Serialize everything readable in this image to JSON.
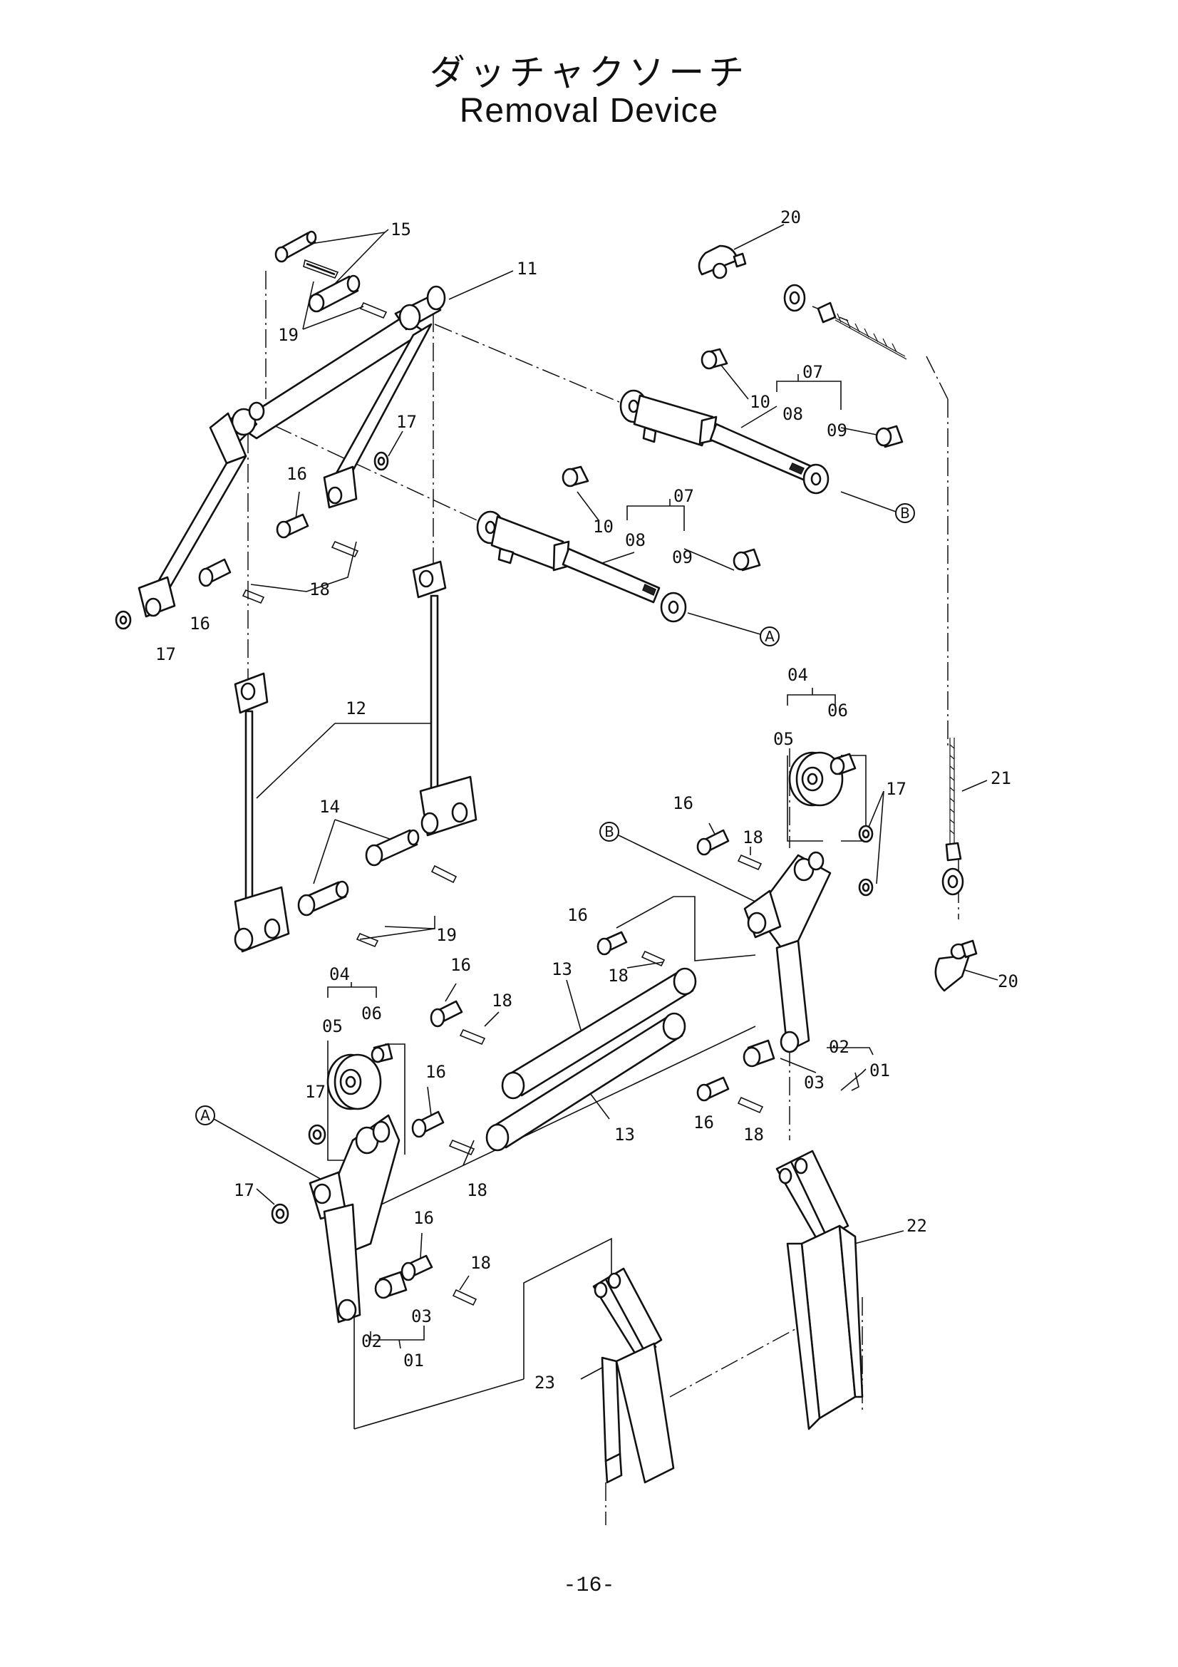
{
  "header": {
    "title_jp": "ダッチャクソーチ",
    "title_en": "Removal Device"
  },
  "callouts": {
    "c15": "15",
    "c11": "11",
    "c19a": "19",
    "c20a": "20",
    "c07a": "07",
    "c10a": "10",
    "c08a": "08",
    "c09a": "09",
    "c17a": "17",
    "c16a": "16",
    "c18a": "18",
    "c16b": "16",
    "c17b": "17",
    "c07b": "07",
    "c10b": "10",
    "c08b": "08",
    "c09b": "09",
    "c12": "12",
    "c04a": "04",
    "c06a": "06",
    "c05a": "05",
    "c21": "21",
    "c17c": "17",
    "c16c": "16",
    "c18b": "18",
    "c14": "14",
    "c19b": "19",
    "c16d": "16",
    "c18c": "18",
    "c13a": "13",
    "c20b": "20",
    "c04b": "04",
    "c16e": "16",
    "c18d": "18",
    "c06b": "06",
    "c05b": "05",
    "c02a": "02",
    "c01a": "01",
    "c03a": "03",
    "c17d": "17",
    "c16f": "16",
    "c13b": "13",
    "c16g": "16",
    "c18e": "18",
    "c18f": "18",
    "c17e": "17",
    "c16h": "16",
    "c18g": "18",
    "c22": "22",
    "c03b": "03",
    "c02b": "02",
    "c01b": "01",
    "c23": "23"
  },
  "refs": {
    "refA1": "A",
    "refB1": "B",
    "refB2": "B",
    "refA2": "A"
  },
  "footer": {
    "page_number": "-16-"
  }
}
